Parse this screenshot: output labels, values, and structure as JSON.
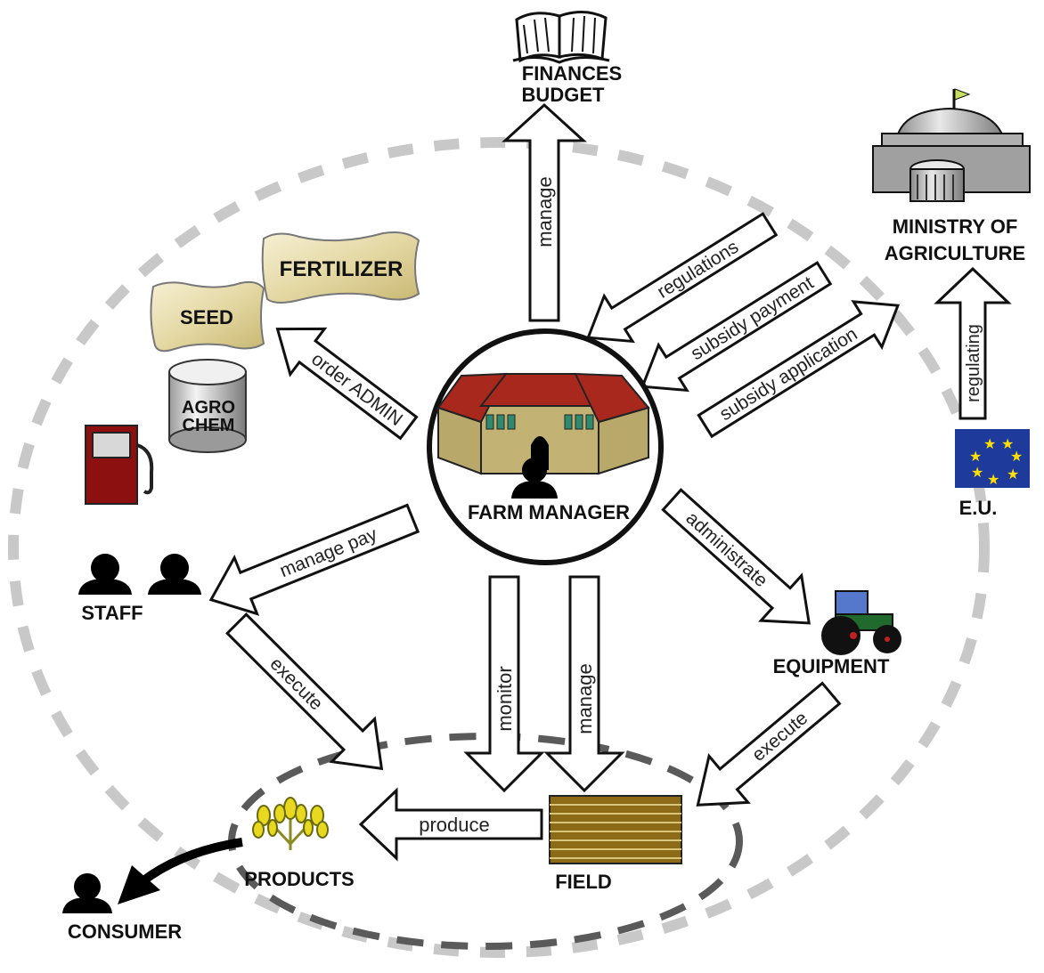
{
  "nodes": {
    "finances": [
      "FINANCES",
      "BUDGET"
    ],
    "ministry": [
      "MINISTRY OF",
      "AGRICULTURE"
    ],
    "eu": "E.U.",
    "fertilizer": "FERTILIZER",
    "seed": "SEED",
    "agrochem": [
      "AGRO",
      "CHEM"
    ],
    "farm_manager": "FARM MANAGER",
    "staff": "STAFF",
    "equipment": "EQUIPMENT",
    "field": "FIELD",
    "products": "PRODUCTS",
    "consumer": "CONSUMER"
  },
  "edges": {
    "manage_finances": "manage",
    "regulations": "regulations",
    "subsidy_payment": "subsidy payment",
    "subsidy_application": "subsidy application",
    "regulating": "regulating",
    "order_admin": "order ADMIN",
    "manage_pay": "manage pay",
    "administrate": "administrate",
    "execute_staff": "execute",
    "execute_equipment": "execute",
    "monitor": "monitor",
    "manage_field": "manage",
    "produce": "produce"
  },
  "colors": {
    "outer_ring": "#c8c8c8",
    "inner_ring": "#5a5a5a",
    "building_wall": "#b8a86a",
    "roof": "#a8281e",
    "sack": "#ece4bc",
    "pump": "#8c1010",
    "eu_flag": "#1e3b9c",
    "eu_star": "#ffde00",
    "field_brown": "#8b6a18",
    "tractor_green": "#1f6a2c",
    "tractor_cab": "#5577cc",
    "wheat": "#e8d820"
  }
}
